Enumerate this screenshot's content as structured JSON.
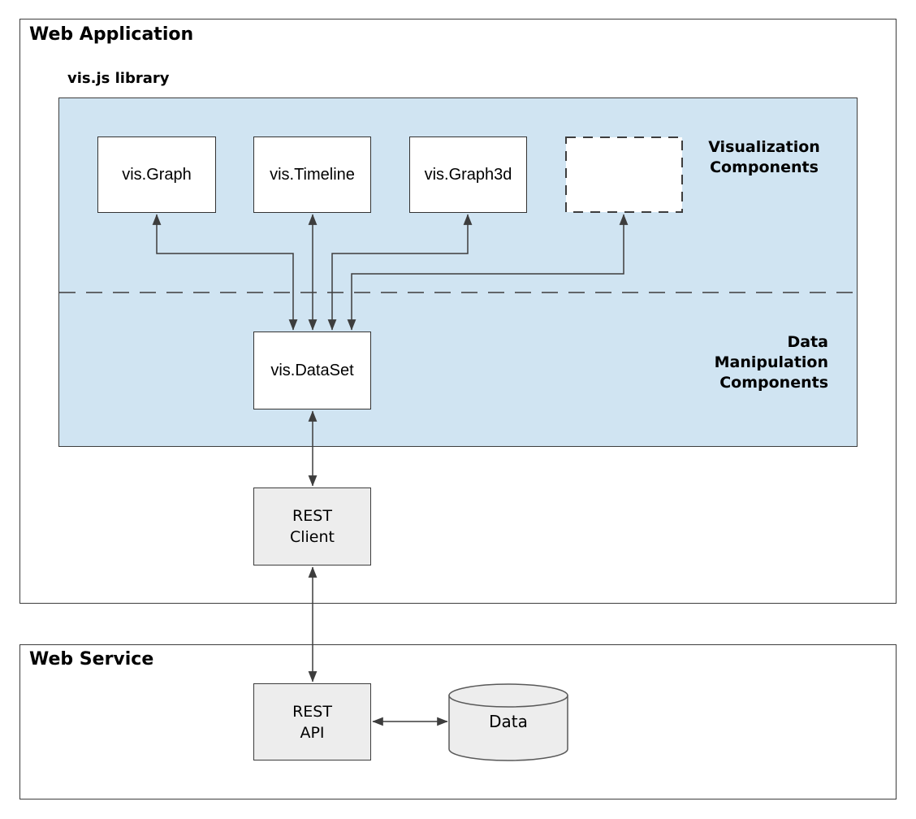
{
  "colors": {
    "library_fill": "#d0e4f2",
    "node_white_fill": "#ffffff",
    "node_gray_fill": "#ededed",
    "border_dark": "#3d3d3d",
    "cylinder_stroke": "#595959",
    "text": "#000000"
  },
  "web_application": {
    "title": "Web Application",
    "library": {
      "title": "vis.js library",
      "visualization_label": {
        "line1": "Visualization",
        "line2": "Components"
      },
      "data_label": {
        "line1": "Data",
        "line2": "Manipulation",
        "line3": "Components"
      },
      "components": {
        "graph": "vis.Graph",
        "timeline": "vis.Timeline",
        "graph3d": "vis.Graph3d",
        "more": "...",
        "dataset": "vis.DataSet"
      }
    },
    "rest_client": {
      "line1": "REST",
      "line2": "Client"
    }
  },
  "web_service": {
    "title": "Web Service",
    "rest_api": {
      "line1": "REST",
      "line2": "API"
    },
    "data_store": "Data"
  }
}
